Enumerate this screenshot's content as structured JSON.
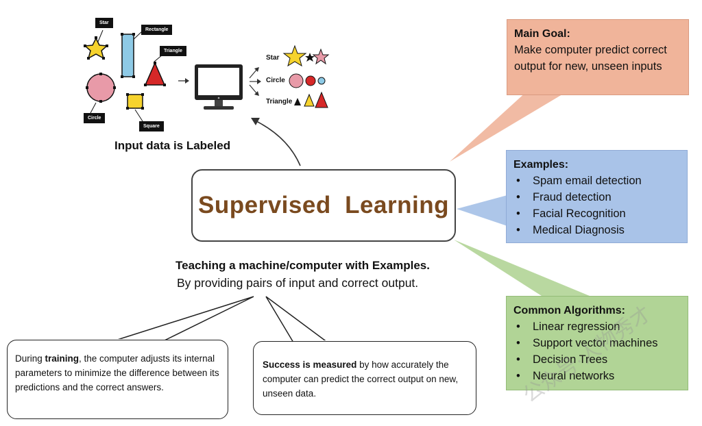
{
  "input_panel": {
    "tags": {
      "star": "Star",
      "rectangle": "Rectangle",
      "triangle": "Triangle",
      "circle": "Circle",
      "square": "Square"
    },
    "output_labels": {
      "star": "Star",
      "circle": "Circle",
      "triangle": "Triangle"
    },
    "caption": "Input data is Labeled"
  },
  "center": {
    "title": "Supervised  Learning"
  },
  "teaching": {
    "heading": "Teaching a machine/computer with Examples.",
    "subtext": "By providing pairs of input and correct output."
  },
  "main_goal": {
    "title": "Main Goal:",
    "text": "Make computer predict correct output for new, unseen inputs"
  },
  "examples": {
    "title": "Examples:",
    "items": [
      "Spam email detection",
      "Fraud detection",
      "Facial Recognition",
      "Medical Diagnosis"
    ]
  },
  "algorithms": {
    "title": "Common Algorithms:",
    "items": [
      "Linear regression",
      "Support vector machines",
      "Decision Trees",
      "Neural networks"
    ]
  },
  "training_bubble": {
    "pre": "During ",
    "bold": "training",
    "post": ", the computer adjusts its internal parameters to minimize the difference between its predictions and the correct answers."
  },
  "success_bubble": {
    "bold": "Success is measured",
    "post": " by how accurately the computer can predict the correct output on new, unseen data."
  },
  "watermark": "公众号·人物秀才",
  "colors": {
    "title_brown": "#7a4a1f",
    "goal_bg": "#f0b49a",
    "examples_bg": "#a9c3e8",
    "algorithms_bg": "#b1d496",
    "shape_red": "#d62828",
    "shape_yellow": "#f6d32d",
    "shape_pink": "#e89aa8",
    "shape_blue": "#8ecae6"
  }
}
